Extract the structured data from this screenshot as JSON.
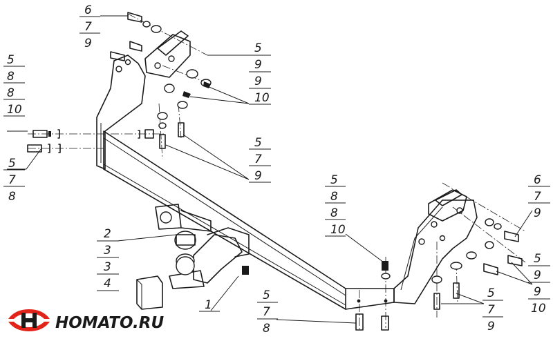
{
  "callouts": {
    "top_left": [
      "6",
      "7",
      "9"
    ],
    "top_center": [
      "5",
      "9",
      "9",
      "10"
    ],
    "left_upper": [
      "5",
      "8",
      "8",
      "10"
    ],
    "left_lower": [
      "5",
      "7",
      "8"
    ],
    "mid_center": [
      "5",
      "7",
      "9"
    ],
    "ball_group": [
      "2",
      "3",
      "3",
      "4"
    ],
    "center_right": [
      "5",
      "8",
      "8",
      "10"
    ],
    "bottom_center": [
      "5",
      "7",
      "8"
    ],
    "right_upper": [
      "6",
      "7",
      "9"
    ],
    "right_lower": [
      "5",
      "9",
      "9",
      "10"
    ],
    "bottom_right": [
      "5",
      "7",
      "9"
    ],
    "single": "1"
  },
  "logo": {
    "text": "HOMATO.RU",
    "colors": {
      "red": "#e2231a",
      "dark": "#1a1a1a"
    }
  }
}
